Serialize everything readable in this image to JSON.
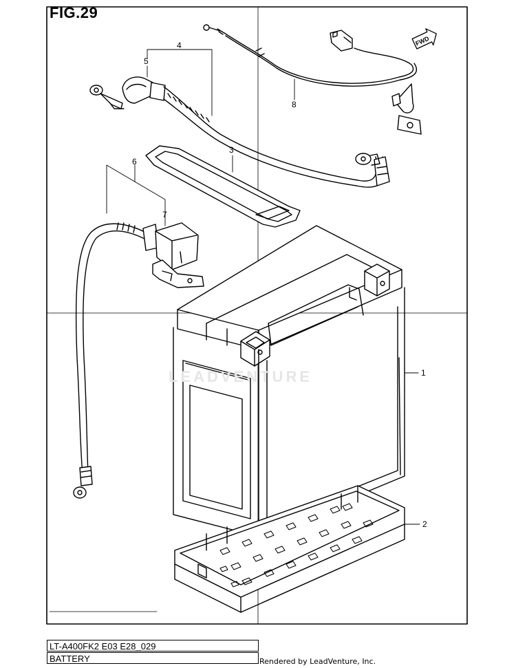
{
  "figure": {
    "title": "FIG.29",
    "direction_badge": "FWD",
    "watermark": "LEADVENTURE"
  },
  "callouts": [
    {
      "id": "1",
      "label": "1"
    },
    {
      "id": "2",
      "label": "2"
    },
    {
      "id": "3",
      "label": "3"
    },
    {
      "id": "4",
      "label": "4"
    },
    {
      "id": "5",
      "label": "5"
    },
    {
      "id": "6",
      "label": "6"
    },
    {
      "id": "7",
      "label": "7"
    },
    {
      "id": "8",
      "label": "8"
    }
  ],
  "footer": {
    "model_code": "LT-A400FK2 E03 E28_029",
    "section_name": "BATTERY",
    "credit": "Rendered by LeadVenture, Inc."
  }
}
